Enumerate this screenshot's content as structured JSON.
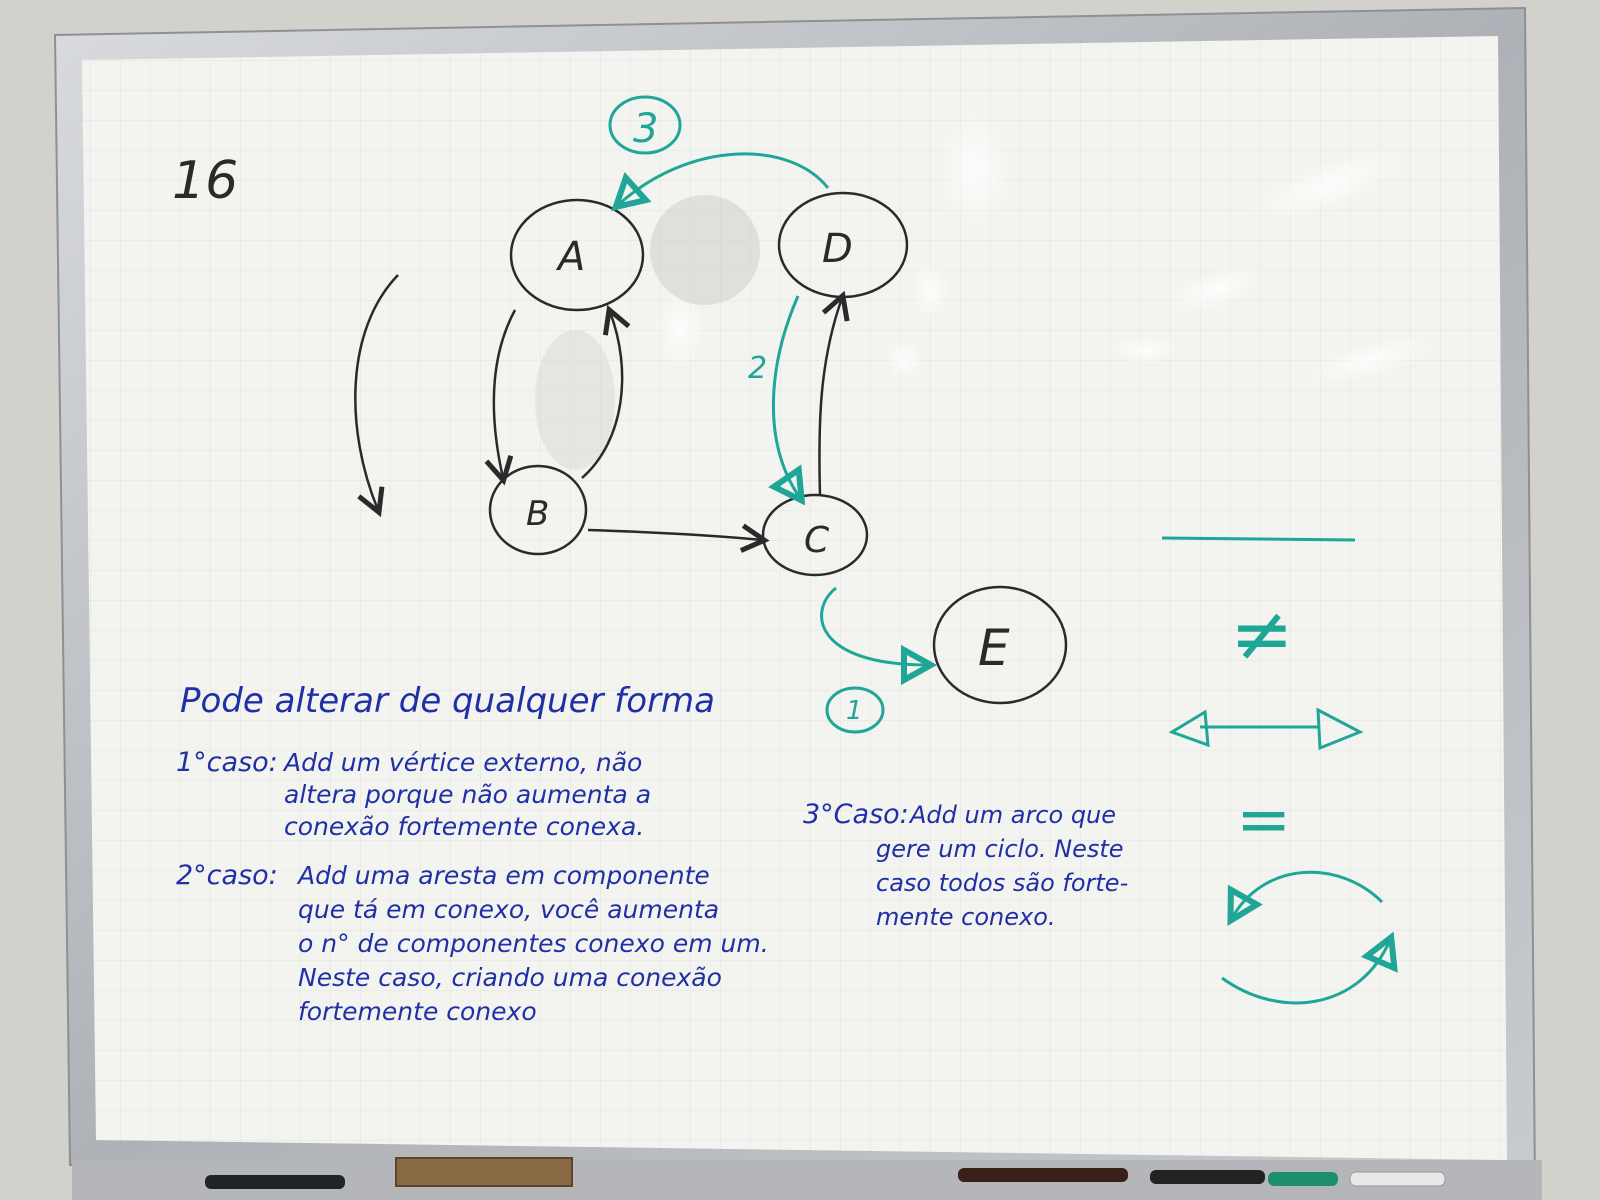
{
  "colors": {
    "board": "#f3f3ef",
    "frame": "#b9bcc0",
    "ink_black": "#2a2a2a",
    "ink_blue": "#1f2fa6",
    "ink_teal": "#1fa696"
  },
  "board_number": "16",
  "graph": {
    "nodes": [
      "A",
      "B",
      "C",
      "D",
      "E"
    ],
    "edge_step_labels": [
      "3",
      "2",
      "1"
    ]
  },
  "notes": {
    "heading": "Pode alterar de qualquer forma",
    "case1": {
      "label": "1°caso:",
      "lines": [
        "Add um vértice externo, não",
        "altera porque não aumenta a",
        "conexão fortemente conexa."
      ]
    },
    "case2": {
      "label": "2°caso:",
      "lines": [
        "Add uma aresta em componente",
        "que tá em conexo, você aumenta",
        "o n° de componentes conexo em um.",
        "Neste caso, criando uma conexão",
        "fortemente conexo"
      ]
    },
    "case3": {
      "label": "3°Caso:",
      "lines": [
        "Add um arco que",
        "gere um ciclo. Neste",
        "caso todos são forte-",
        "mente conexo."
      ]
    }
  },
  "legend": {
    "not_equal_symbol": "≠",
    "equal_symbol": "="
  }
}
